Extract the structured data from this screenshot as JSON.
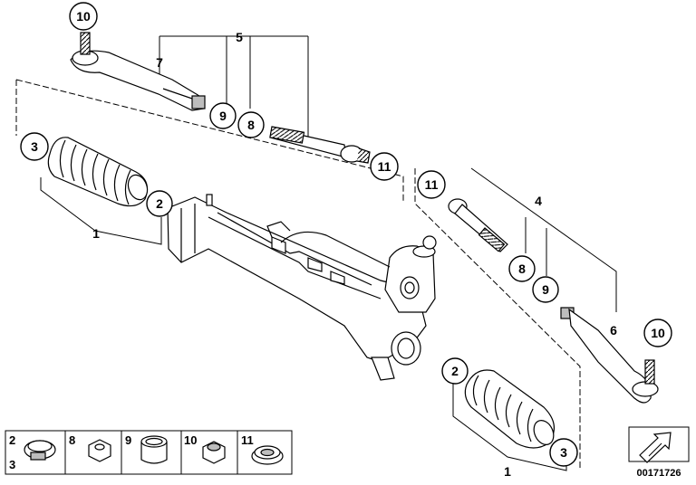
{
  "callouts": {
    "c10_left": "10",
    "c9_top": "9",
    "c8_top": "8",
    "c11_top": "11",
    "c3_left": "3",
    "c2_left": "2",
    "c11_right": "11",
    "c8_right": "8",
    "c9_right": "9",
    "c10_right": "10",
    "c2_bottom": "2",
    "c3_bottom": "3"
  },
  "labels": {
    "l5": "5",
    "l7": "7",
    "l1_left": "1",
    "l4": "4",
    "l6": "6",
    "l1_bottom": "1"
  },
  "legend": {
    "cells": [
      {
        "numbers": [
          "2",
          "3"
        ],
        "part": "clamp"
      },
      {
        "numbers": [
          "8"
        ],
        "part": "hex-nut"
      },
      {
        "numbers": [
          "9"
        ],
        "part": "sleeve"
      },
      {
        "numbers": [
          "10"
        ],
        "part": "self-locking-nut"
      },
      {
        "numbers": [
          "11"
        ],
        "part": "washer-ring"
      }
    ]
  },
  "document_number": "00171726",
  "colors": {
    "line": "#000000",
    "fill": "#ffffff",
    "shade": "#bdbdbd"
  }
}
